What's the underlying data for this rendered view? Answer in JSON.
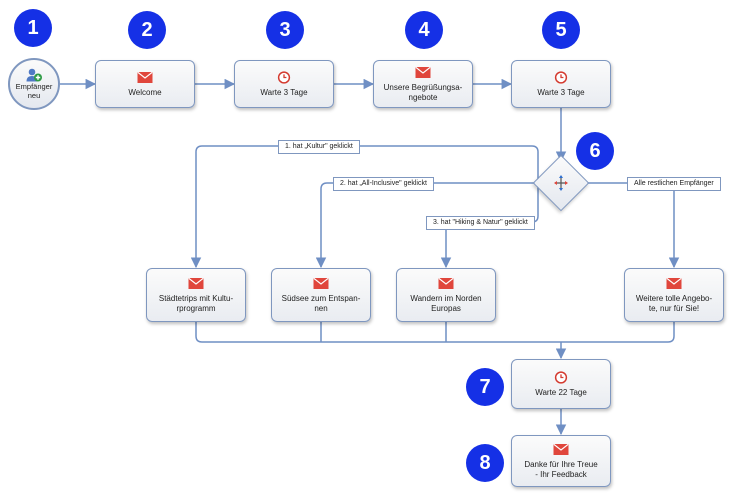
{
  "badges": [
    "1",
    "2",
    "3",
    "4",
    "5",
    "6",
    "7",
    "8"
  ],
  "start": {
    "label": "Empfänger\nneu",
    "icon": "user-add-icon"
  },
  "nodes": [
    {
      "id": "welcome",
      "label": "Welcome",
      "icon": "mail-icon"
    },
    {
      "id": "wait3a",
      "label": "Warte 3 Tage",
      "icon": "clock-icon"
    },
    {
      "id": "offers",
      "label": "Unsere Begrüßungsa-\nngebote",
      "icon": "mail-icon"
    },
    {
      "id": "wait3b",
      "label": "Warte 3 Tage",
      "icon": "clock-icon"
    },
    {
      "id": "citytrips",
      "label": "Städtetrips mit Kultu-\nrprogramm",
      "icon": "mail-icon"
    },
    {
      "id": "southsea",
      "label": "Südsee zum Entspan-\nnen",
      "icon": "mail-icon"
    },
    {
      "id": "hiking",
      "label": "Wandern im Norden\nEuropas",
      "icon": "mail-icon"
    },
    {
      "id": "more",
      "label": "Weitere tolle Angebo-\nte, nur für Sie!",
      "icon": "mail-icon"
    },
    {
      "id": "wait22",
      "label": "Warte 22 Tage",
      "icon": "clock-icon"
    },
    {
      "id": "thanks",
      "label": "Danke für Ihre Treue\n- Ihr Feedback",
      "icon": "mail-icon"
    }
  ],
  "gateway": {
    "icon": "split-icon"
  },
  "conditions": [
    "1. hat „Kultur\" geklickt",
    "2. hat „All-Inclusive\" geklickt",
    "3. hat \"Hiking & Natur\" geklickt",
    "Alle restlichen Empfänger"
  ],
  "colors": {
    "badge": "#1530e6",
    "connector": "#6f8fc4",
    "node_border": "#7f97bf",
    "mail_icon": "#e0463c",
    "clock_icon": "#d43a2f"
  }
}
